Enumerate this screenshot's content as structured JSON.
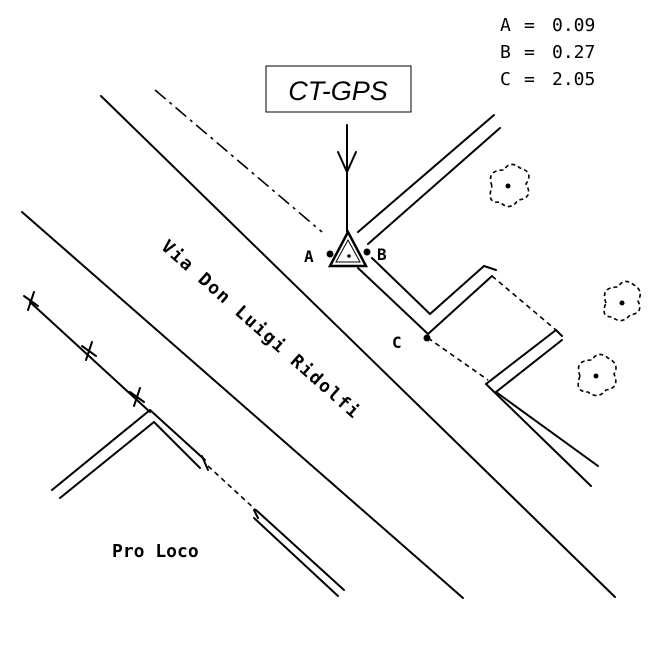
{
  "measurements": [
    {
      "label": "A",
      "value": "0.09"
    },
    {
      "label": "B",
      "value": "0.27"
    },
    {
      "label": "C",
      "value": "2.05"
    }
  ],
  "station_label": "CT-GPS",
  "points": {
    "a": "A",
    "b": "B",
    "c": "C"
  },
  "street_name": "Via Don Luigi Ridolfi",
  "place_name": "Pro Loco"
}
